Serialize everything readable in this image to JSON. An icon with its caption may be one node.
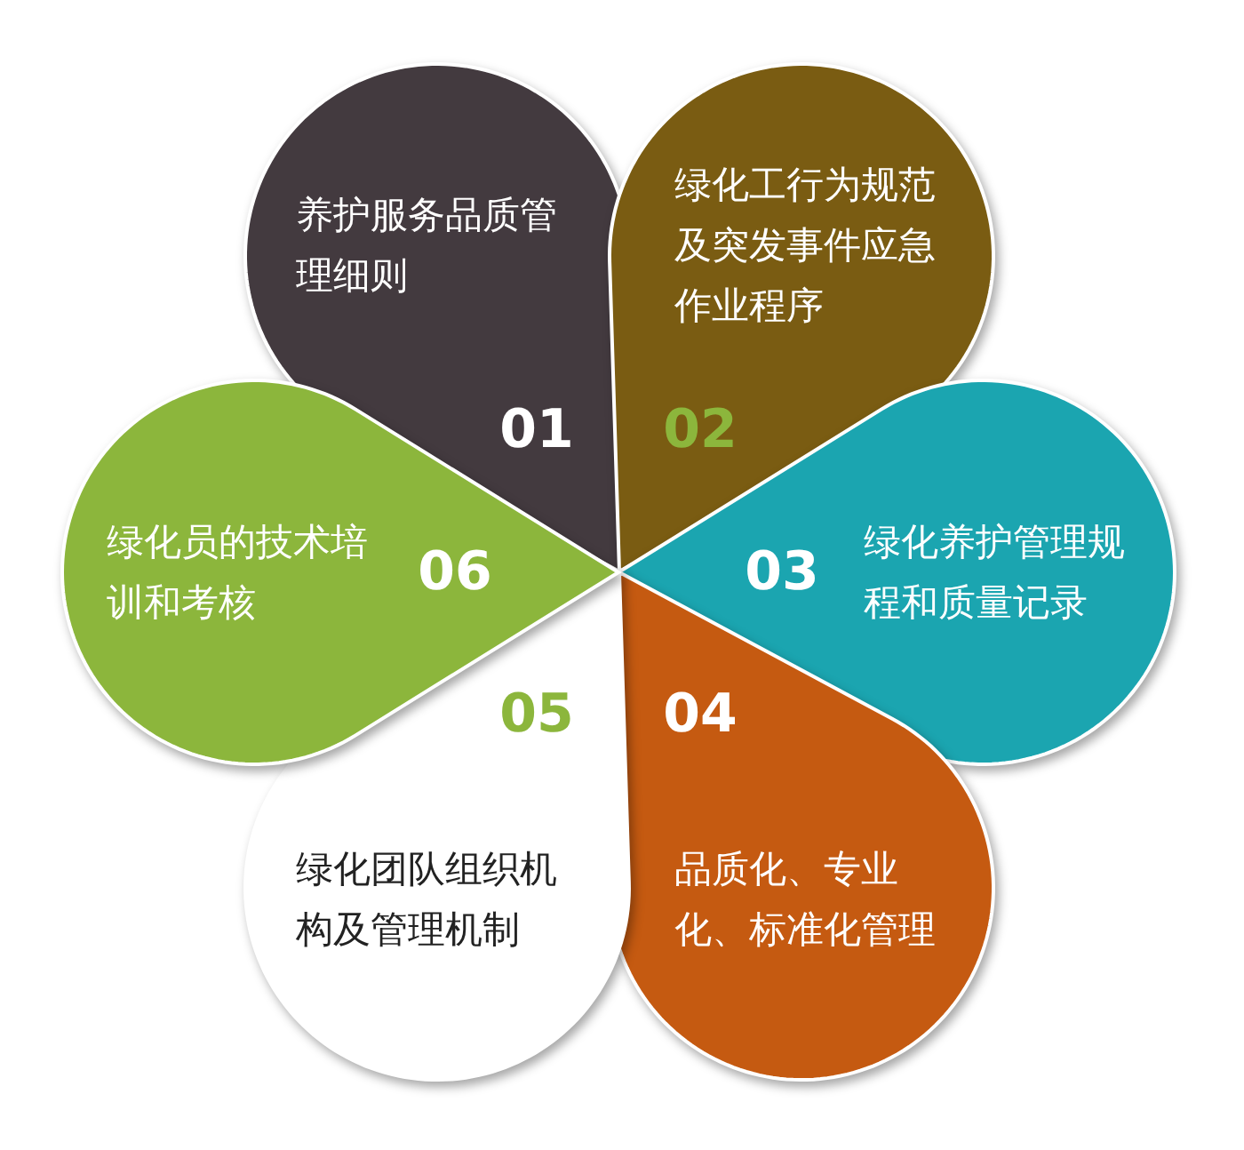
{
  "diagram": {
    "nodes": [
      {
        "text": [
          "养护服务品质管理细则",
          "01"
        ]
      },
      {
        "text": [
          "绿化工行为规范及突发事件应急作业程序",
          "02"
        ]
      },
      {
        "text": [
          "03",
          "绿化养护管理规程和质量记录"
        ]
      },
      {
        "text": [
          "04",
          "品质化、专业化、标准化管理"
        ]
      },
      {
        "text": [
          "05",
          "绿化团队组织机构及管理机制"
        ]
      },
      {
        "text": [
          "绿化员的技术培训和考核",
          "06"
        ]
      }
    ]
  }
}
